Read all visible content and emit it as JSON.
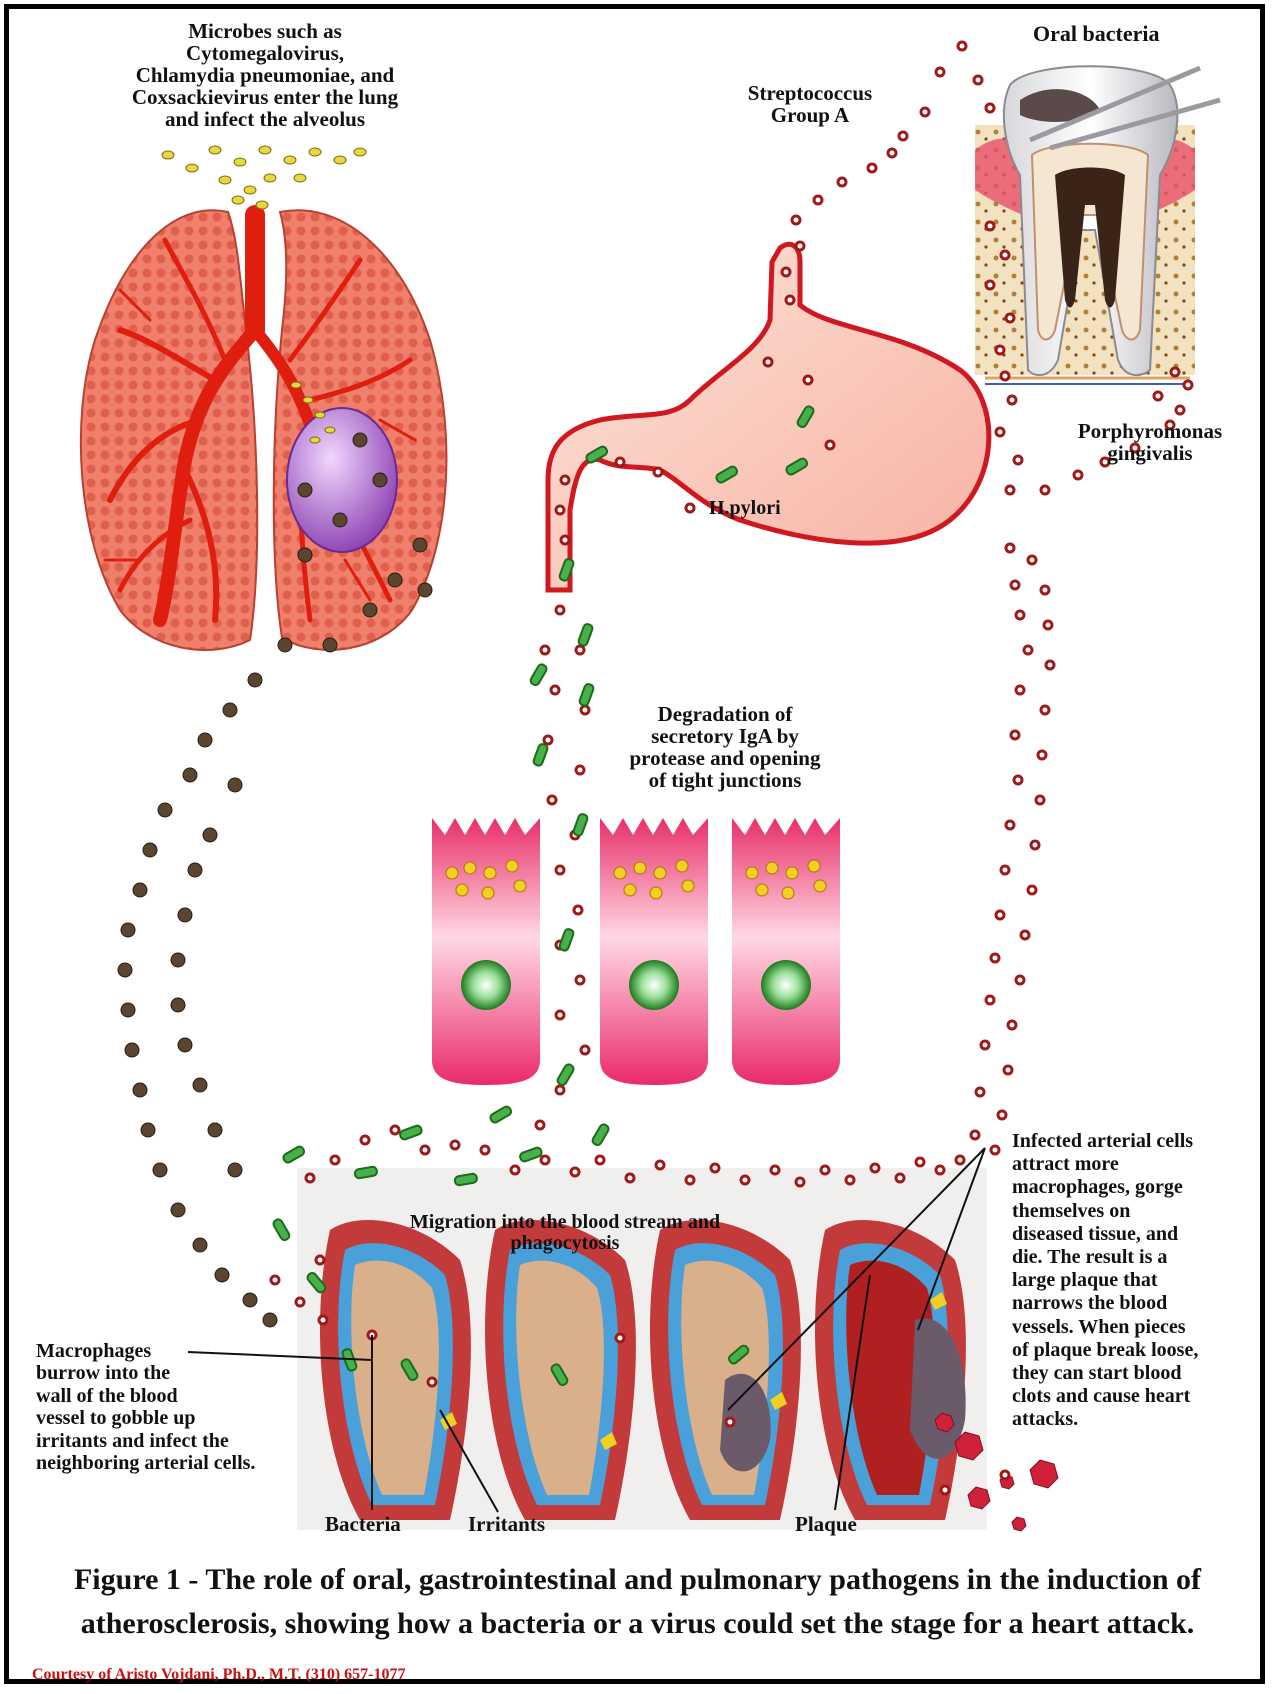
{
  "labels": {
    "microbes": [
      "Microbes such as",
      "Cytomegalovirus,",
      "Chlamydia pneumoniae, and",
      "Coxsackievirus enter the lung",
      "and infect the alveolus"
    ],
    "strep": [
      "Streptococcus",
      "Group A"
    ],
    "oral": "Oral bacteria",
    "porphyromonas": [
      "Porphyromonas",
      "gingivalis"
    ],
    "hpylori": "H.pylori",
    "degradation": [
      "Degradation of",
      "secretory IgA by",
      "protease and opening",
      "of tight junctions"
    ],
    "migration": [
      "Migration into the blood stream and",
      "phagocytosis"
    ],
    "infected": [
      "Infected arterial cells",
      "attract more",
      "macrophages, gorge",
      "themselves on",
      "diseased tissue, and",
      "die. The result is a",
      "large plaque that",
      "narrows the blood",
      "vessels. When pieces",
      "of plaque break loose,",
      "they can start blood",
      "clots and cause heart",
      "attacks."
    ],
    "macrophages": [
      "Macrophages",
      "burrow into the",
      "wall of the blood",
      "vessel to gobble up",
      "irritants and infect the",
      "neighboring arterial cells."
    ],
    "bacteria": "Bacteria",
    "irritants": "Irritants",
    "plaque": "Plaque"
  },
  "caption": [
    "Figure 1 - The role of oral, gastrointestinal and pulmonary pathogens in the induction of",
    "atherosclerosis, showing how a bacteria or a virus could set the stage for a heart attack."
  ],
  "credit": "Courtesy of Aristo Vojdani, Ph.D., M.T. (310) 657-1077",
  "colors": {
    "lung": "#f0806c",
    "stomach": "#fbd0c4",
    "cell": "#f0487a",
    "blood_dot": "#a01818",
    "bacterium": "#2e8b2e",
    "vessel_bg": "#f1efee",
    "credit": "#cc1010"
  }
}
